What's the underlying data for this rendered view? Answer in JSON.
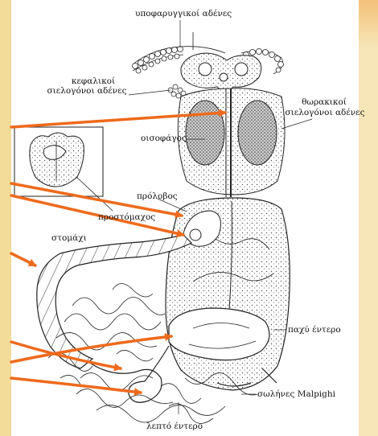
{
  "labels": {
    "hypopharyngeal": "υποφαρυγγικοί αδένες",
    "head_salivary_1": "κεφαλικοί",
    "head_salivary_2": "σιελογόνοι αδένες",
    "thoracic_salivary_1": "θωρακικοί",
    "thoracic_salivary_2": "σιελογόνοι αδένες",
    "oesophagus": "οισοφάγος",
    "crop": "πρόλοβος",
    "proventriculus": "προστόμαχος",
    "stomach": "στομάχι",
    "large_intestine": "παχύ έντερο",
    "malpighian": "σωλήνες Malpighi",
    "small_intestine": "λεπτό έντερο"
  },
  "colors": {
    "arrow": "#ee6a1c",
    "background": "#f6e6b8",
    "ink": "#222222"
  }
}
